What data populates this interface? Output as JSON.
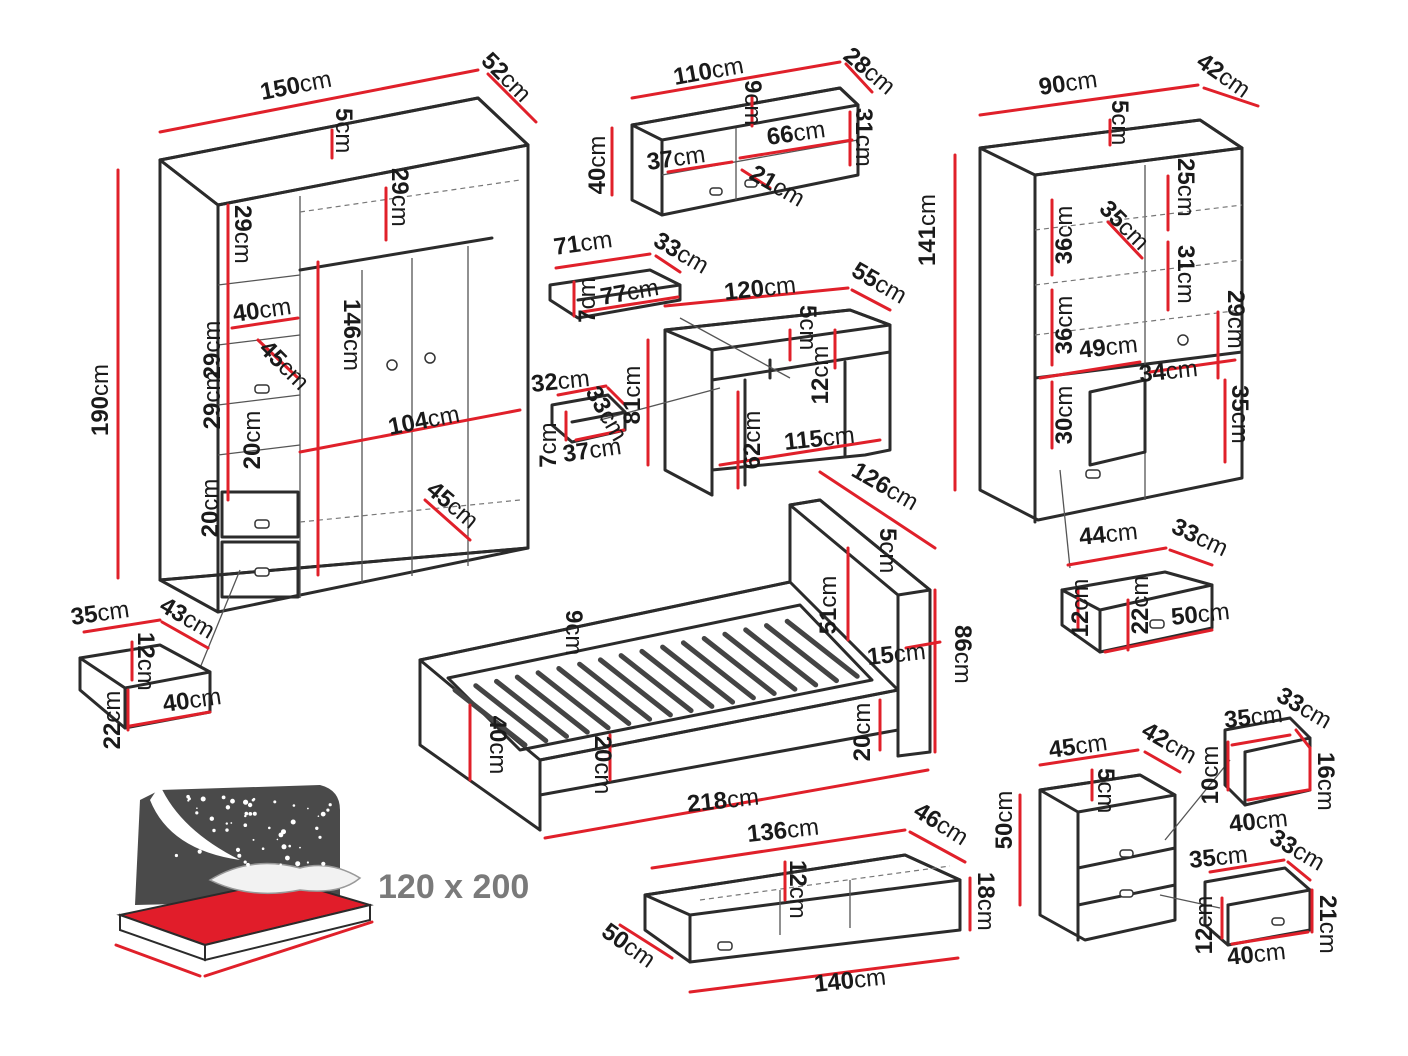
{
  "unit": "cm",
  "wardrobe": {
    "width": "150",
    "depth": "52",
    "height": "190",
    "top": "5",
    "shelf_top": "29",
    "shelf_1": "29",
    "shelf_2": "29",
    "shelf_3": "29",
    "left_width": "40",
    "diag": "45",
    "inner": "20",
    "drawer_gap": "20",
    "door_height": "146",
    "inner_width": "104",
    "inner_depth": "45"
  },
  "wardrobe_drawer": {
    "width": "35",
    "depth": "43",
    "front": "12",
    "height": "22",
    "length": "40"
  },
  "shelf_unit": {
    "width": "110",
    "depth": "28",
    "height": "40",
    "top": "9",
    "left": "37",
    "right": "66",
    "side": "31",
    "bottom": "21"
  },
  "small_drawer": {
    "width": "71",
    "depth": "33",
    "height": "7",
    "length": "77"
  },
  "desk": {
    "width": "120",
    "depth": "55",
    "top": "5",
    "height": "81",
    "leg": "62",
    "drawer": "12",
    "under": "115"
  },
  "desk_drawer": {
    "width": "32",
    "depth": "33",
    "height": "7",
    "length": "37"
  },
  "cabinet": {
    "width": "90",
    "depth": "42",
    "height": "141",
    "top": "5",
    "s1": "36",
    "s2": "36",
    "s3": "30",
    "diag": "35",
    "r1": "25",
    "r2": "31",
    "r3": "29",
    "r4": "35",
    "inner": "49",
    "door": "34"
  },
  "cabinet_drawer": {
    "width": "44",
    "depth": "33",
    "front": "12",
    "height": "22",
    "length": "50"
  },
  "bed": {
    "depth": "126",
    "top": "5",
    "headboard_h": "51",
    "slat": "9",
    "head_w": "15",
    "height": "86",
    "side": "40",
    "rail": "20",
    "foot": "20",
    "length": "218"
  },
  "mattress": {
    "size": "120 x 200"
  },
  "bed_drawer": {
    "width": "136",
    "depth": "46",
    "height": "12",
    "front": "18",
    "side": "50",
    "length": "140"
  },
  "nightstand": {
    "width": "45",
    "depth": "42",
    "top": "5",
    "height": "50"
  },
  "ns_drawer_top": {
    "width": "35",
    "depth": "33",
    "front": "10",
    "height": "16",
    "length": "40"
  },
  "ns_drawer_bottom": {
    "width": "35",
    "depth": "33",
    "front": "12",
    "height": "21",
    "length": "40"
  }
}
